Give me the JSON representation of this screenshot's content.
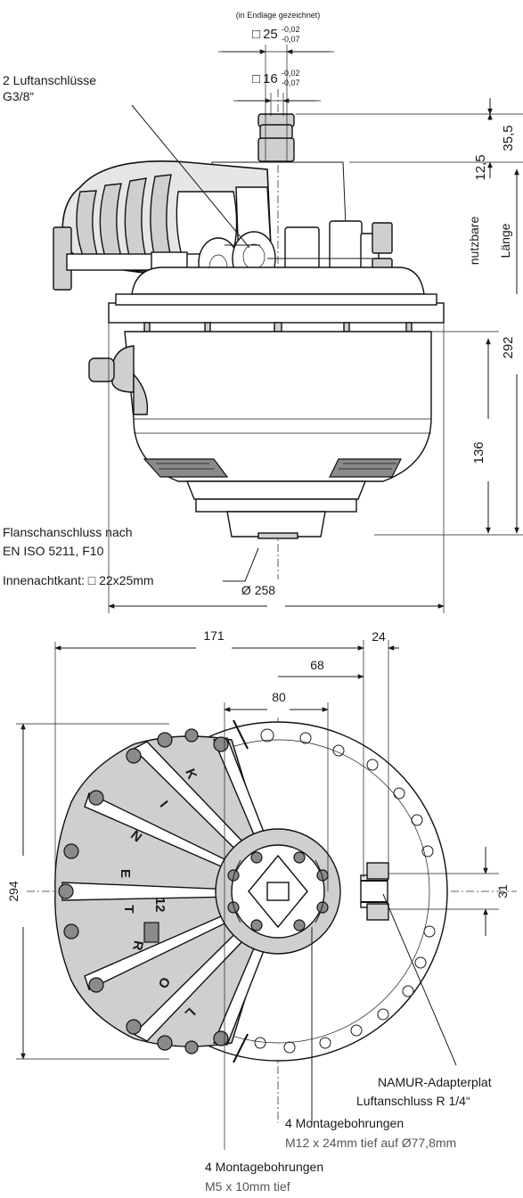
{
  "top_view": {
    "note_endlage": "(in Endlage gezeichnet)",
    "square_25": {
      "symbol": "□",
      "value": "25",
      "tol_upper": "-0,02",
      "tol_lower": "-0,07"
    },
    "square_16": {
      "symbol": "□",
      "value": "16",
      "tol_upper": "-0,02",
      "tol_lower": "-0,07"
    },
    "air_ports": {
      "line1": "2 Luftanschlüsse",
      "line2": "G3/8“"
    },
    "dim_35_5": "35,5",
    "dim_12_5": "12,5",
    "usable_length": {
      "line1": "nutzbare",
      "line2": "Länge"
    },
    "dim_292": "292",
    "dim_136": "136",
    "flange": {
      "line1": "Flanschanschluss nach",
      "line2": "EN ISO 5211, F10"
    },
    "inner_octagon": "Innenachtkant:  □ 22x25mm",
    "diameter_258": "Ø 258"
  },
  "bottom_view": {
    "dim_171": "171",
    "dim_24": "24",
    "dim_68": "68",
    "dim_80": "80",
    "dim_294": "294",
    "dim_31": "31",
    "scale_letters": [
      "K",
      "I",
      "N",
      "E",
      "T",
      "R",
      "O",
      "L",
      "12"
    ],
    "namur": {
      "line1": "NAMUR-Adapterplat",
      "line2": "Luftanschluss R 1/4“"
    },
    "mount_holes_m12": {
      "line1": "4 Montagebohrungen",
      "line2": "M12 x 24mm tief auf Ø77,8mm"
    },
    "mount_holes_m5": {
      "line1": "4 Montagebohrungen",
      "line2": "M5 x 10mm tief"
    }
  }
}
